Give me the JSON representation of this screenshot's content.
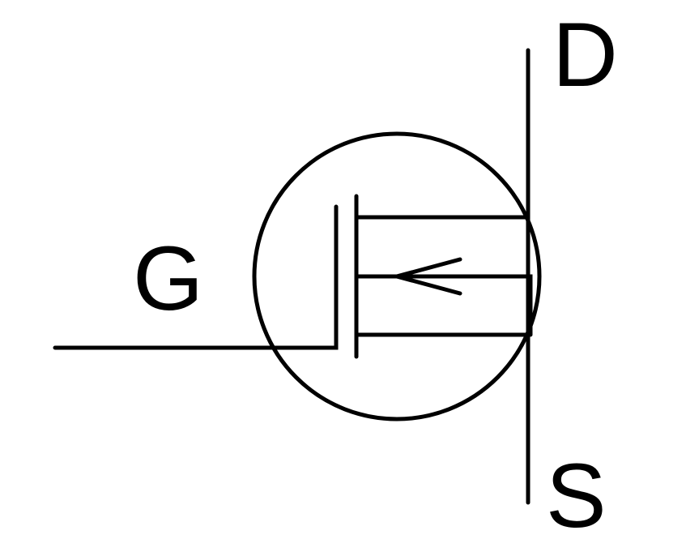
{
  "diagram": {
    "symbol": "mosfet-symbol",
    "terminals": {
      "gate": "G",
      "drain": "D",
      "source": "S"
    },
    "colors": {
      "stroke": "#000000",
      "background": "#ffffff"
    }
  }
}
